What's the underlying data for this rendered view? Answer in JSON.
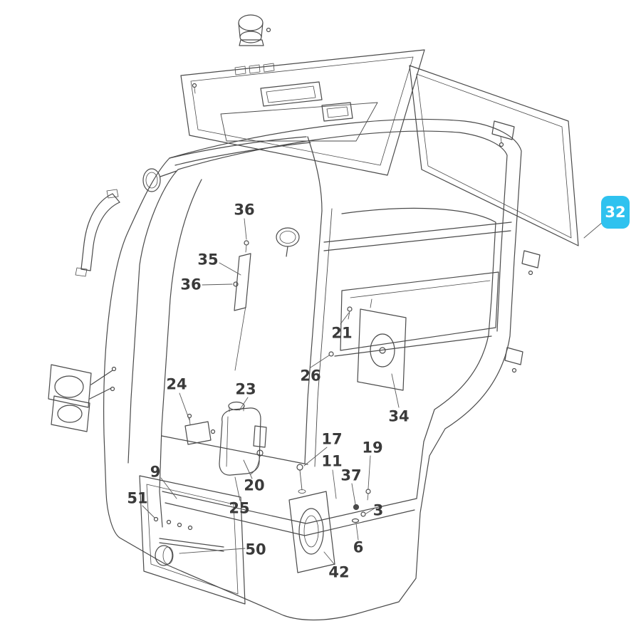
{
  "diagram": {
    "name": "cab-exploded-parts-diagram",
    "background": "#ffffff",
    "line_color": "#4a4a4a",
    "label_color": "#3a3a3a",
    "highlight": {
      "background": "#2fc2ef",
      "text_color": "#ffffff"
    }
  },
  "labels": [
    {
      "text": "36",
      "highlighted": false
    },
    {
      "text": "35",
      "highlighted": false
    },
    {
      "text": "36",
      "highlighted": false
    },
    {
      "text": "21",
      "highlighted": false
    },
    {
      "text": "26",
      "highlighted": false
    },
    {
      "text": "24",
      "highlighted": false
    },
    {
      "text": "23",
      "highlighted": false
    },
    {
      "text": "34",
      "highlighted": false
    },
    {
      "text": "17",
      "highlighted": false
    },
    {
      "text": "19",
      "highlighted": false
    },
    {
      "text": "11",
      "highlighted": false
    },
    {
      "text": "37",
      "highlighted": false
    },
    {
      "text": "9",
      "highlighted": false
    },
    {
      "text": "51",
      "highlighted": false
    },
    {
      "text": "20",
      "highlighted": false
    },
    {
      "text": "25",
      "highlighted": false
    },
    {
      "text": "3",
      "highlighted": false
    },
    {
      "text": "6",
      "highlighted": false
    },
    {
      "text": "50",
      "highlighted": false
    },
    {
      "text": "42",
      "highlighted": false
    },
    {
      "text": "32",
      "highlighted": true
    }
  ]
}
